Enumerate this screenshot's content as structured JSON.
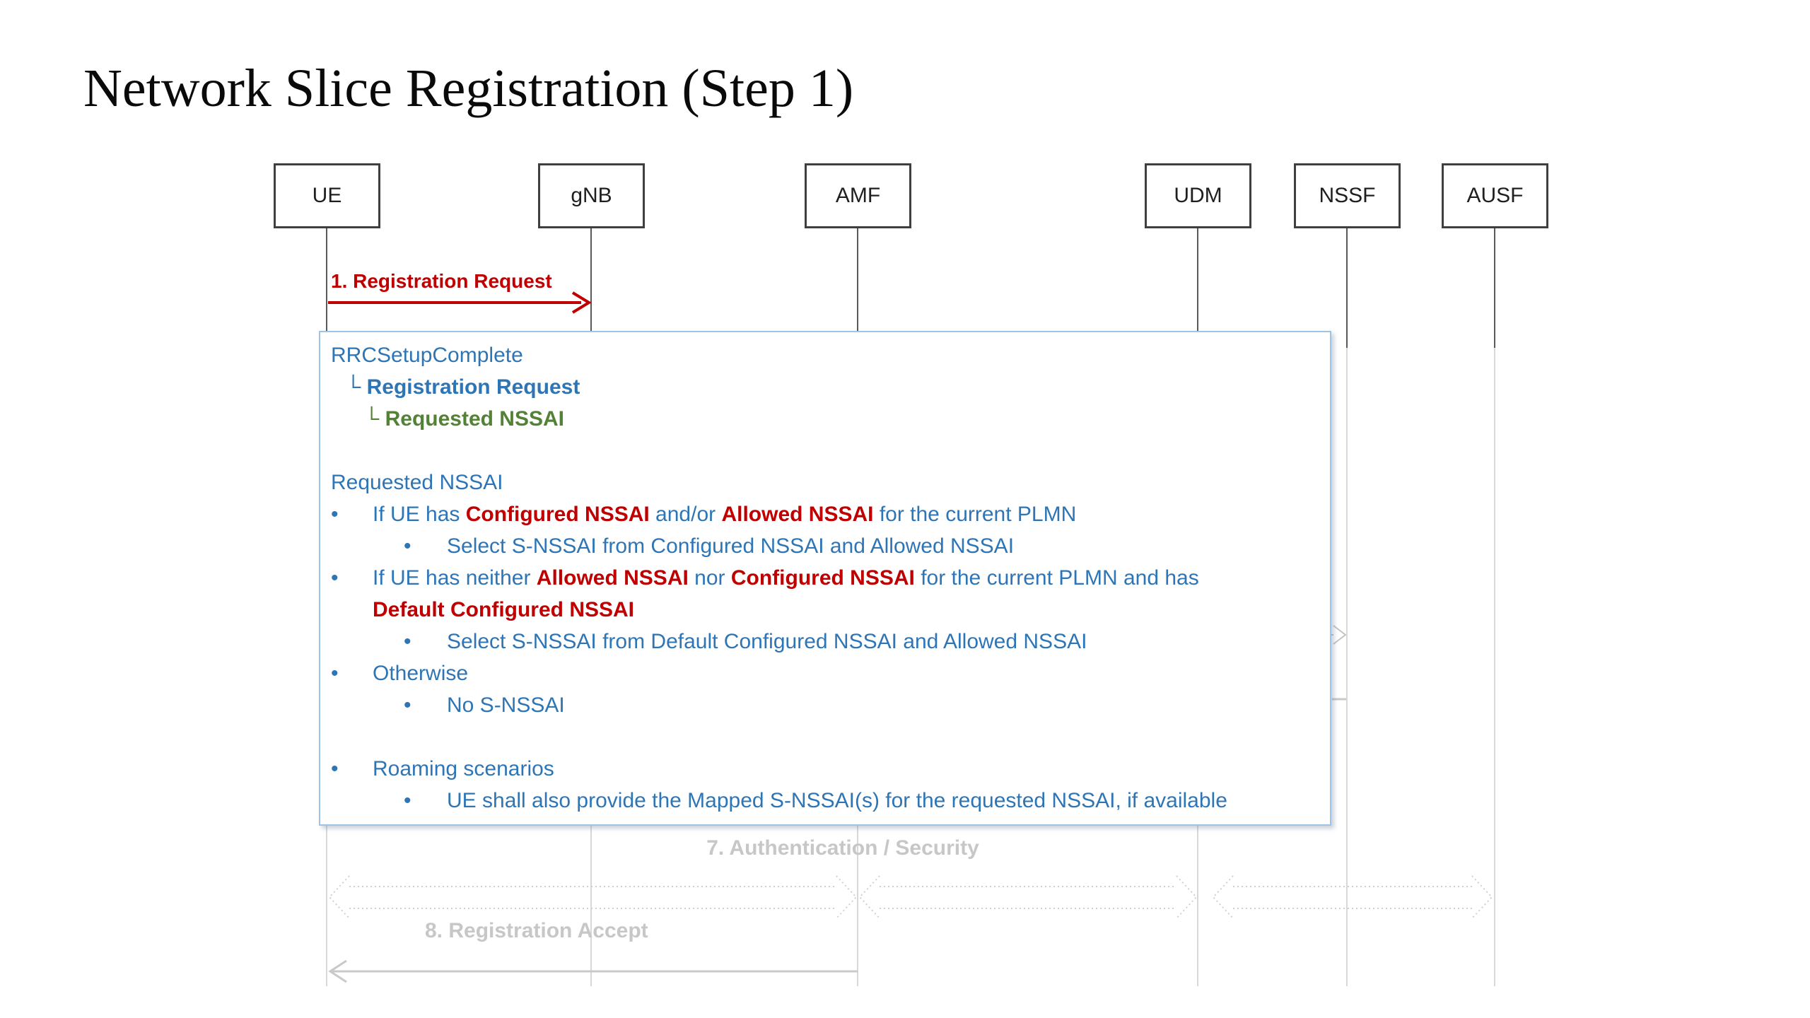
{
  "title": "Network Slice Registration (Step 1)",
  "actors": [
    {
      "id": "ue",
      "label": "UE"
    },
    {
      "id": "gnb",
      "label": "gNB"
    },
    {
      "id": "amf",
      "label": "AMF"
    },
    {
      "id": "udm",
      "label": "UDM"
    },
    {
      "id": "nssf",
      "label": "NSSF"
    },
    {
      "id": "ausf",
      "label": "AUSF"
    }
  ],
  "messages": {
    "registration_request": {
      "label": "1. Registration Request",
      "from": "UE",
      "to": "gNB"
    },
    "authentication_security": {
      "label": "7. Authentication / Security"
    },
    "registration_accept": {
      "label": "8. Registration Accept",
      "from": "AMF",
      "to": "UE"
    }
  },
  "callout": {
    "lines": [
      {
        "kind": "text",
        "indent": "t0",
        "segments": [
          {
            "t": "RRCSetupComplete",
            "s": "blue"
          }
        ]
      },
      {
        "kind": "text",
        "indent": "tree1",
        "segments": [
          {
            "t": "└ ",
            "s": "blue"
          },
          {
            "t": "Registration Request",
            "s": "blueBold"
          }
        ]
      },
      {
        "kind": "text",
        "indent": "tree2",
        "segments": [
          {
            "t": "└ ",
            "s": "greenBold"
          },
          {
            "t": "Requested NSSAI",
            "s": "greenBold"
          }
        ]
      },
      {
        "kind": "blank"
      },
      {
        "kind": "text",
        "indent": "t0",
        "segments": [
          {
            "t": "Requested NSSAI",
            "s": "blue"
          }
        ]
      },
      {
        "kind": "text",
        "indent": "b1",
        "segments": [
          {
            "t": "If UE has ",
            "s": "blue"
          },
          {
            "t": "Configured NSSAI",
            "s": "redBold"
          },
          {
            "t": " and/or ",
            "s": "blue"
          },
          {
            "t": "Allowed NSSAI",
            "s": "redBold"
          },
          {
            "t": " for the current PLMN",
            "s": "blue"
          }
        ]
      },
      {
        "kind": "text",
        "indent": "b2",
        "segments": [
          {
            "t": "Select S-NSSAI from Configured NSSAI and Allowed NSSAI",
            "s": "blue"
          }
        ]
      },
      {
        "kind": "text",
        "indent": "b1",
        "segments": [
          {
            "t": "If UE has neither ",
            "s": "blue"
          },
          {
            "t": "Allowed NSSAI",
            "s": "redBold"
          },
          {
            "t": " nor ",
            "s": "blue"
          },
          {
            "t": "Configured NSSAI",
            "s": "redBold"
          },
          {
            "t": " for the current PLMN and has",
            "s": "blue"
          }
        ]
      },
      {
        "kind": "text",
        "indent": "t1",
        "segments": [
          {
            "t": "Default Configured NSSAI",
            "s": "redBold"
          }
        ]
      },
      {
        "kind": "text",
        "indent": "b2",
        "segments": [
          {
            "t": "Select S-NSSAI from Default Configured NSSAI and Allowed NSSAI",
            "s": "blue"
          }
        ]
      },
      {
        "kind": "text",
        "indent": "b1",
        "segments": [
          {
            "t": "Otherwise",
            "s": "blue"
          }
        ]
      },
      {
        "kind": "text",
        "indent": "b2",
        "segments": [
          {
            "t": "No S-NSSAI",
            "s": "blue"
          }
        ]
      },
      {
        "kind": "blank"
      },
      {
        "kind": "text",
        "indent": "b1",
        "segments": [
          {
            "t": "Roaming scenarios",
            "s": "blue"
          }
        ]
      },
      {
        "kind": "text",
        "indent": "b2",
        "segments": [
          {
            "t": "UE shall also provide the Mapped S-NSSAI(s) for the requested NSSAI, if available",
            "s": "blue"
          }
        ]
      }
    ]
  },
  "colors": {
    "red": "#C00000",
    "blue": "#2E75B6",
    "green": "#538135",
    "gray_label": "#c7c7c7",
    "lifeline_dark": "#595959",
    "lifeline_light": "#d8d8d8",
    "callout_border": "#9DC3E6",
    "actor_border": "#3f3f3f"
  }
}
